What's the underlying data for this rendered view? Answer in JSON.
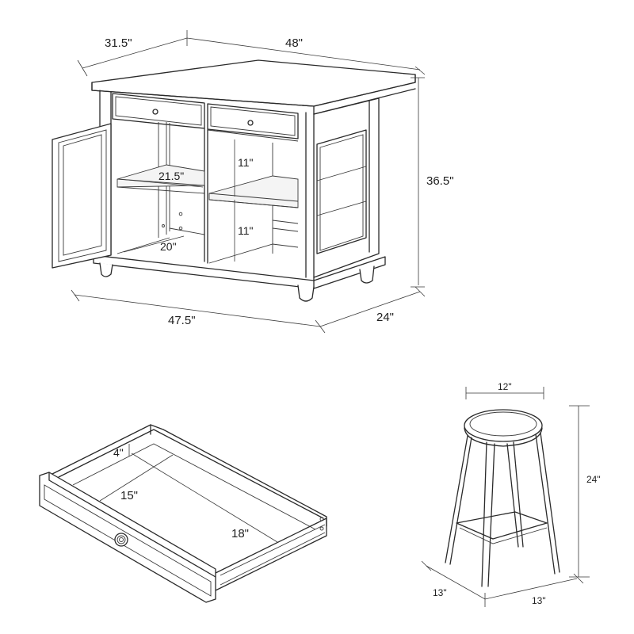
{
  "title": "Kitchen island with drawer and stool dimension diagram",
  "colors": {
    "line": "#2a2a2a",
    "background": "#ffffff",
    "text": "#1e1e1e"
  },
  "island": {
    "name": "Kitchen island cabinet",
    "dimensions": {
      "top_depth": "31.5\"",
      "top_width": "48\"",
      "height": "36.5\"",
      "base_width": "47.5\"",
      "base_depth": "24\"",
      "shelf_width": "21.5\"",
      "shelf_depth": "20\"",
      "upper_opening_height": "11\"",
      "lower_opening_height": "11\""
    }
  },
  "drawer": {
    "name": "Drawer",
    "dimensions": {
      "height": "4\"",
      "width": "15\"",
      "depth": "18\""
    }
  },
  "stool": {
    "name": "Bar stool",
    "dimensions": {
      "seat_diameter": "12\"",
      "height": "24\"",
      "base_depth": "13\"",
      "base_width": "13\""
    }
  }
}
